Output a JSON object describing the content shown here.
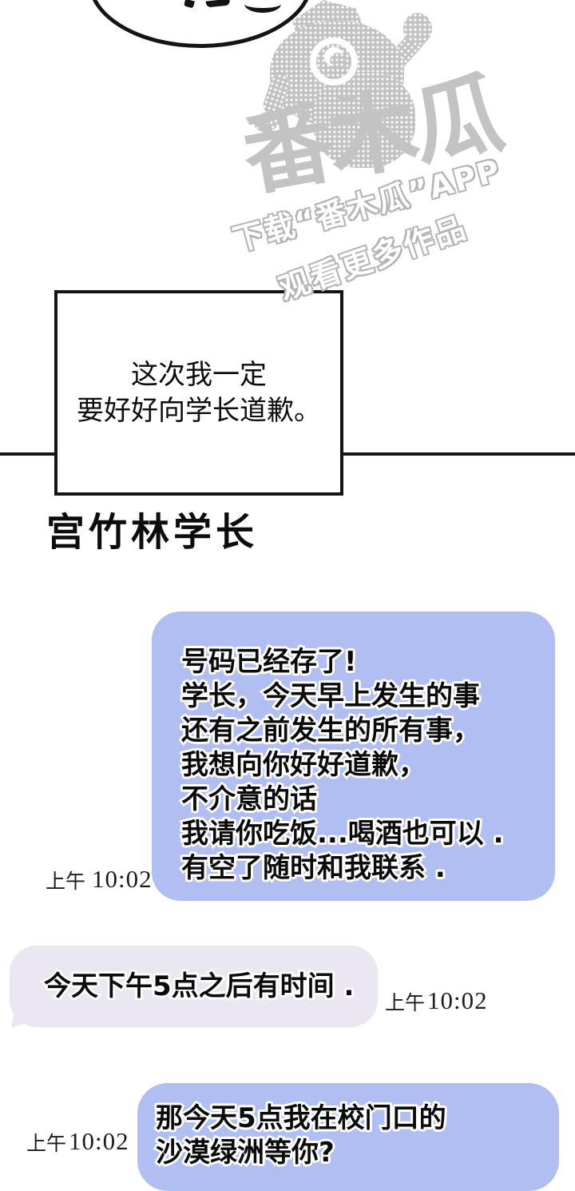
{
  "watermark": {
    "logo_text": "番木瓜",
    "slogan_line1": "下载“番木瓜”APP",
    "slogan_line2": "观看更多作品",
    "gray": "#c2c2c2",
    "outline_gray": "#ababab"
  },
  "narration_box": {
    "text": "这次我一定\n要好好向学长道歉。"
  },
  "contact_title": "宫竹林学长",
  "chat": {
    "sent_bubble_color": "#b0bef2",
    "received_bubble_color": "#eae7f2",
    "messages": [
      {
        "side": "sent",
        "text": "号码已经存了!\n学长，今天早上发生的事\n还有之前发生的所有事，\n我想向你好好道歉，\n不介意的话\n我请你吃饭...喝酒也可以 .\n有空了随时和我联系 .",
        "time_cjk": "上午",
        "time_digits": "10:02"
      },
      {
        "side": "received",
        "text": "今天下午5点之后有时间 .",
        "time_cjk": "上午",
        "time_digits": "10:02"
      },
      {
        "side": "sent",
        "text": "那今天5点我在校门口的\n沙漠绿洲等你?",
        "time_cjk": "上午",
        "time_digits": "10:02"
      }
    ]
  }
}
